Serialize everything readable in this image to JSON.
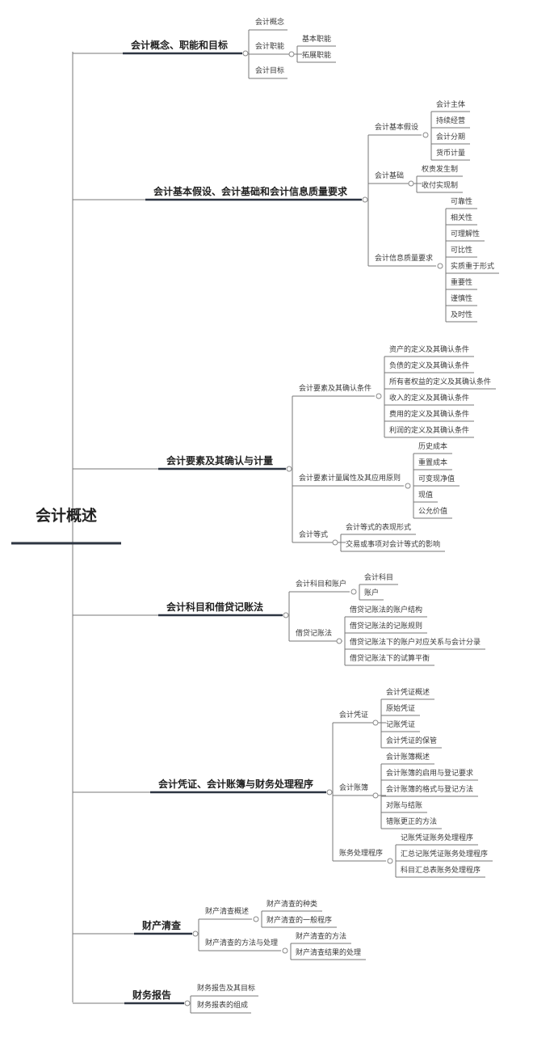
{
  "colors": {
    "line": "#777777",
    "underline_branch": "#2d3542",
    "underline_root": "#2d3542",
    "text": "#333333"
  },
  "root": {
    "label": "会计概述"
  },
  "branches": [
    {
      "label": "会计概念、职能和目标",
      "children": [
        {
          "label": "会计概念"
        },
        {
          "label": "会计职能",
          "children": [
            {
              "label": "基本职能"
            },
            {
              "label": "拓展职能"
            }
          ]
        },
        {
          "label": "会计目标"
        }
      ]
    },
    {
      "label": "会计基本假设、会计基础和会计信息质量要求",
      "children": [
        {
          "label": "会计基本假设",
          "children": [
            {
              "label": "会计主体"
            },
            {
              "label": "持续经营"
            },
            {
              "label": "会计分期"
            },
            {
              "label": "货币计量"
            }
          ]
        },
        {
          "label": "会计基础",
          "children": [
            {
              "label": "权责发生制"
            },
            {
              "label": "收付实现制"
            }
          ]
        },
        {
          "label": "会计信息质量要求",
          "children": [
            {
              "label": "可靠性"
            },
            {
              "label": "相关性"
            },
            {
              "label": "可理解性"
            },
            {
              "label": "可比性"
            },
            {
              "label": "实质重于形式"
            },
            {
              "label": "重要性"
            },
            {
              "label": "谨慎性"
            },
            {
              "label": "及时性"
            }
          ]
        }
      ]
    },
    {
      "label": "会计要素及其确认与计量",
      "children": [
        {
          "label": "会计要素及其确认条件",
          "children": [
            {
              "label": "资产的定义及其确认条件"
            },
            {
              "label": "负债的定义及其确认条件"
            },
            {
              "label": "所有者权益的定义及其确认条件"
            },
            {
              "label": "收入的定义及其确认条件"
            },
            {
              "label": "费用的定义及其确认条件"
            },
            {
              "label": "利润的定义及其确认条件"
            }
          ]
        },
        {
          "label": "会计要素计量属性及其应用原则",
          "children": [
            {
              "label": "历史成本"
            },
            {
              "label": "重置成本"
            },
            {
              "label": "可变现净值"
            },
            {
              "label": "现值"
            },
            {
              "label": "公允价值"
            }
          ]
        },
        {
          "label": "会计等式",
          "children": [
            {
              "label": "会计等式的表现形式"
            },
            {
              "label": "交易或事项对会计等式的影响"
            }
          ]
        }
      ]
    },
    {
      "label": "会计科目和借贷记账法",
      "children": [
        {
          "label": "会计科目和账户",
          "children": [
            {
              "label": "会计科目"
            },
            {
              "label": "账户"
            }
          ]
        },
        {
          "label": "借贷记账法",
          "children": [
            {
              "label": "借贷记账法的账户结构"
            },
            {
              "label": "借贷记账法的记账规则"
            },
            {
              "label": "借贷记账法下的账户对应关系与会计分录"
            },
            {
              "label": "借贷记账法下的试算平衡"
            }
          ]
        }
      ]
    },
    {
      "label": "会计凭证、会计账簿与财务处理程序",
      "children": [
        {
          "label": "会计凭证",
          "children": [
            {
              "label": "会计凭证概述"
            },
            {
              "label": "原始凭证"
            },
            {
              "label": "记账凭证"
            },
            {
              "label": "会计凭证的保管"
            }
          ]
        },
        {
          "label": "会计账簿",
          "children": [
            {
              "label": "会计账簿概述"
            },
            {
              "label": "会计账簿的启用与登记要求"
            },
            {
              "label": "会计账簿的格式与登记方法"
            },
            {
              "label": "对账与结账"
            },
            {
              "label": "错账更正的方法"
            }
          ]
        },
        {
          "label": "账务处理程序",
          "children": [
            {
              "label": "记账凭证账务处理程序"
            },
            {
              "label": "汇总记账凭证账务处理程序"
            },
            {
              "label": "科目汇总表账务处理程序"
            }
          ]
        }
      ]
    },
    {
      "label": "财产清查",
      "children": [
        {
          "label": "财产清查概述",
          "children": [
            {
              "label": "财产清查的种类"
            },
            {
              "label": "财产清查的一般程序"
            }
          ]
        },
        {
          "label": "财产清查的方法与处理",
          "children": [
            {
              "label": "财产清查的方法"
            },
            {
              "label": "财产清查结果的处理"
            }
          ]
        }
      ]
    },
    {
      "label": "财务报告",
      "children": [
        {
          "label": "财务报告及其目标"
        },
        {
          "label": "财务报表的组成"
        }
      ]
    }
  ]
}
